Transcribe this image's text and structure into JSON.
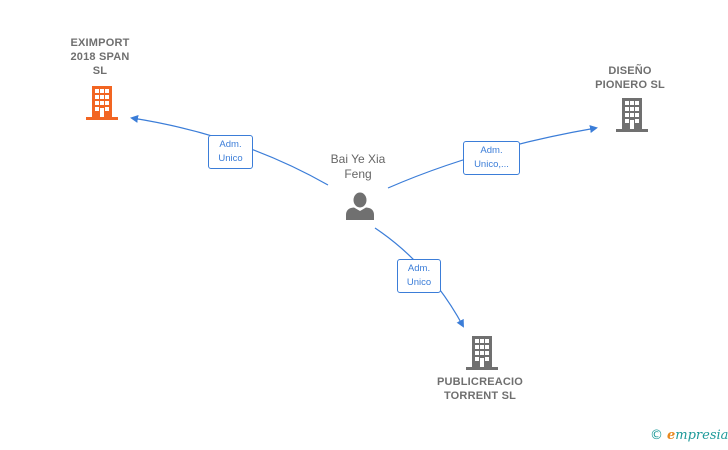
{
  "person": {
    "name_line1": "Bai Ye Xia",
    "name_line2": "Feng"
  },
  "companies": {
    "eximport": {
      "line1": "EXIMPORT",
      "line2": "2018 SPAN",
      "line3": "SL",
      "color": "#f26522"
    },
    "diseno": {
      "line1": "DISEÑO",
      "line2": "PIONERO SL",
      "color": "#707070"
    },
    "publicreacio": {
      "line1": "PUBLICREACIO",
      "line2": "TORRENT SL",
      "color": "#707070"
    }
  },
  "roles": {
    "eximport": {
      "line1": "Adm.",
      "line2": "Unico"
    },
    "diseno": {
      "line1": "Adm.",
      "line2": "Unico,..."
    },
    "publicreacio": {
      "line1": "Adm.",
      "line2": "Unico"
    }
  },
  "edge_color": "#3b7dd8",
  "footer": {
    "copyright": "©",
    "brand_initial": "e",
    "brand_rest": "mpresia"
  }
}
